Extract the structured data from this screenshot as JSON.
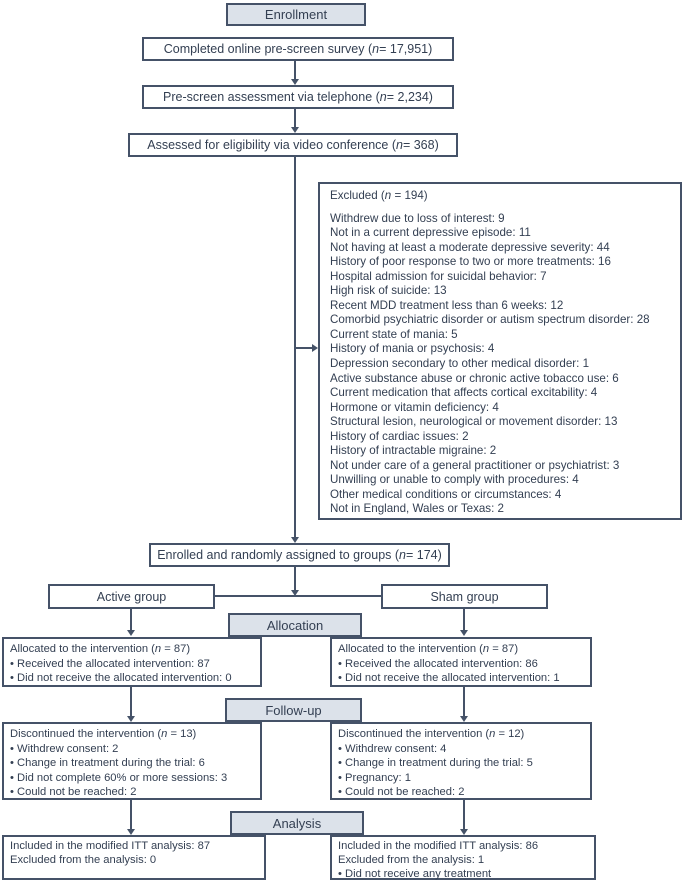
{
  "colors": {
    "box_border": "#455268",
    "text": "#333f52",
    "header_fill": "#dce2ea",
    "line": "#455268",
    "background": "#ffffff"
  },
  "stages": {
    "enrollment_label": "Enrollment",
    "allocation_label": "Allocation",
    "followup_label": "Follow-up",
    "analysis_label": "Analysis"
  },
  "screening": {
    "survey": "Completed online pre-screen survey (n = 17,951)",
    "telephone": "Pre-screen assessment via telephone (n = 2,234)",
    "video": "Assessed for eligibility via video conference (n = 368)",
    "enrolled": "Enrolled and randomly assigned to groups (n = 174)"
  },
  "excluded": {
    "title": "Excluded (n = 194)",
    "reasons": [
      "Withdrew due to loss of interest: 9",
      "Not in a current depressive episode: 11",
      "Not having at least a moderate depressive severity: 44",
      "History of poor response to two or more treatments: 16",
      "Hospital admission for suicidal behavior: 7",
      "High risk of suicide: 13",
      "Recent MDD treatment less than 6 weeks: 12",
      "Comorbid psychiatric disorder or autism spectrum disorder: 28",
      "Current state of mania: 5",
      "History of mania or psychosis: 4",
      "Depression secondary to other medical disorder: 1",
      "Active substance abuse or chronic active tobacco use: 6",
      "Current medication that affects cortical excitability: 4",
      "Hormone or vitamin deficiency: 4",
      "Structural lesion, neurological or movement disorder: 13",
      "History of cardiac issues: 2",
      "History of intractable migraine: 2",
      "Not under care of a general practitioner or psychiatrist: 3",
      "Unwilling or unable to comply with procedures: 4",
      "Other medical conditions or circumstances: 4",
      "Not in England, Wales or Texas: 2"
    ]
  },
  "groups": {
    "active_label": "Active group",
    "sham_label": "Sham group"
  },
  "allocation": {
    "active": {
      "title": "Allocated to the intervention (n = 87)",
      "items": [
        "• Received the allocated intervention: 87",
        "• Did not receive the allocated intervention: 0"
      ]
    },
    "sham": {
      "title": "Allocated to the intervention (n = 87)",
      "items": [
        "• Received the allocated intervention: 86",
        "• Did not receive the allocated intervention: 1"
      ]
    }
  },
  "followup": {
    "active": {
      "title": "Discontinued the intervention (n = 13)",
      "items": [
        "• Withdrew consent: 2",
        "• Change in treatment during the trial: 6",
        "• Did not complete 60% or more sessions: 3",
        "• Could not be reached: 2"
      ]
    },
    "sham": {
      "title": "Discontinued the intervention (n = 12)",
      "items": [
        "• Withdrew consent: 4",
        "• Change in treatment during the trial: 5",
        "• Pregnancy: 1",
        "• Could not be reached: 2"
      ]
    }
  },
  "analysis": {
    "active": {
      "items": [
        "Included in the modified ITT analysis: 87",
        "Excluded from the analysis: 0"
      ]
    },
    "sham": {
      "items": [
        "Included in the modified ITT analysis: 86",
        "Excluded from the analysis: 1",
        "• Did not receive any treatment"
      ]
    }
  }
}
